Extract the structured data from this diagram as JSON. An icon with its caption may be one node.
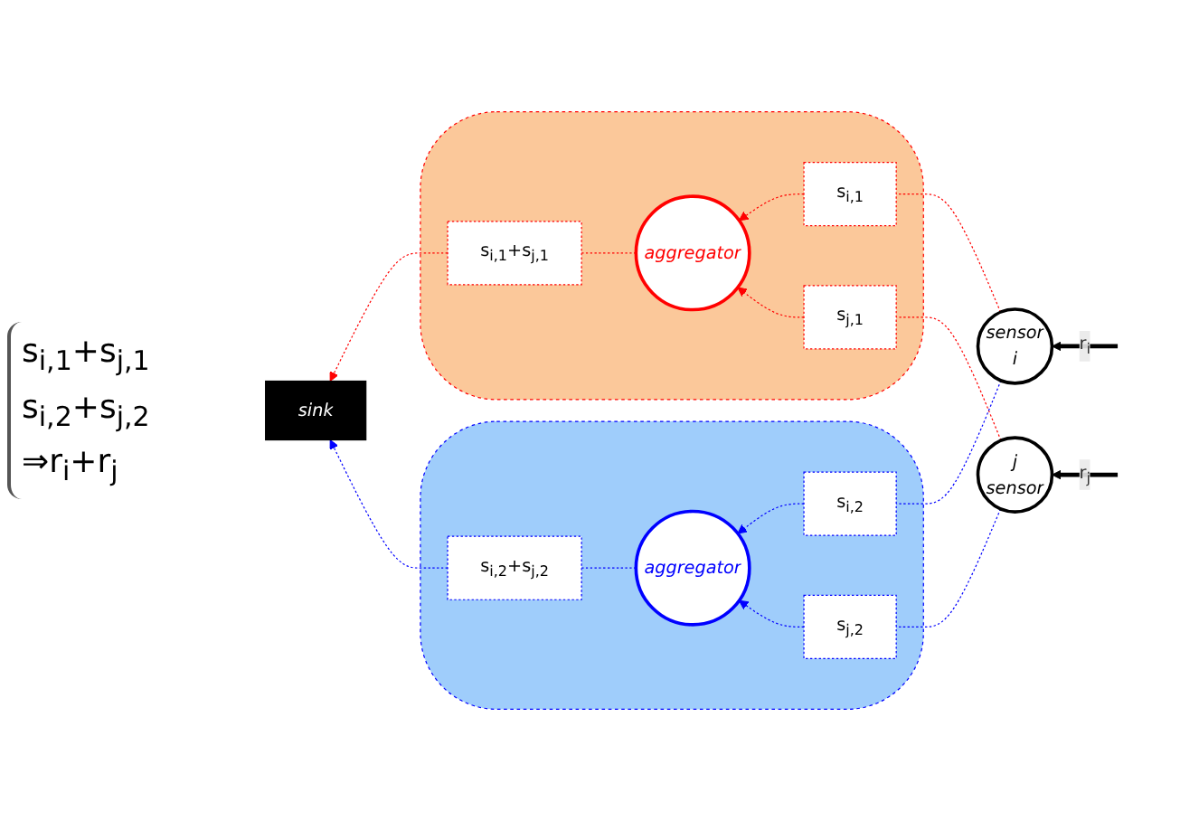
{
  "diagram": {
    "nodes": [
      {
        "text": [],
        "shape": "cloud"
      },
      {
        "text": [
          "aggregator"
        ],
        "in": 0
      },
      {
        "text": [
          "s$_{i,1}$+s$_{j,1}$"
        ],
        "in": 0
      },
      {
        "text": [
          "s$_{i,1}$"
        ],
        "in": 0
      },
      {
        "text": [
          "s$_{j,1}$"
        ],
        "in": 0
      },
      {
        "text": [
          "sensor",
          "i"
        ]
      },
      {
        "text": [
          "sink"
        ]
      },
      {
        "text": [],
        "shape": "cloud"
      },
      {
        "text": [
          "aggregator"
        ],
        "in": 7
      },
      {
        "text": [
          "s$_{i,2}$+s$_{j,2}$"
        ],
        "in": 7
      },
      {
        "text": [
          "s$_{i,2}$"
        ],
        "in": 7
      },
      {
        "text": [
          "s$_{j,2}$"
        ],
        "in": 7
      },
      {
        "text": [
          "j",
          "sensor"
        ]
      }
    ],
    "edges": [
      {
        "from": null,
        "to": 5,
        "arrow": "to",
        "label": "r$_{i}$",
        "style": "thick",
        "color": "#000000"
      },
      {
        "from": 5,
        "to": 3,
        "arrow": "none",
        "style": "dashed",
        "color": "#ff0000"
      },
      {
        "from": 3,
        "to": 1,
        "arrow": "to",
        "style": "dashed",
        "color": "#ff0000"
      },
      {
        "from": 12,
        "to": 4,
        "arrow": "none",
        "style": "dashed",
        "color": "#ff0000"
      },
      {
        "from": 4,
        "to": 1,
        "arrow": "to",
        "style": "dashed",
        "color": "#ff0000"
      },
      {
        "from": 1,
        "to": 2,
        "arrow": "none",
        "style": "dashed",
        "color": "#ff0000"
      },
      {
        "from": 2,
        "to": 6,
        "arrow": "to",
        "style": "dashed",
        "color": "#ff0000"
      },
      {
        "from": null,
        "to": 12,
        "arrow": "to",
        "label": "r$_{j}$",
        "style": "thick",
        "color": "#000000"
      },
      {
        "from": 5,
        "to": 10,
        "arrow": "none",
        "style": "dashed",
        "color": "#0000ff"
      },
      {
        "from": 10,
        "to": 8,
        "arrow": "to",
        "style": "dashed",
        "color": "#0000ff"
      },
      {
        "from": 12,
        "to": 11,
        "arrow": "none",
        "style": "dashed",
        "color": "#0000ff"
      },
      {
        "from": 11,
        "to": 8,
        "arrow": "to",
        "style": "dashed",
        "color": "#0000ff"
      },
      {
        "from": 8,
        "to": 9,
        "arrow": "none",
        "style": "dashed",
        "color": "#0000ff"
      },
      {
        "from": 9,
        "to": 6,
        "arrow": "to",
        "style": "dashed",
        "color": "#0000ff"
      }
    ],
    "labels": [
      "s$_{i,1}$+s$_{j,1}$",
      "s$_{i,2}$+s$_{j,2}$",
      "⇒r$_{i}$+r$_{j}$"
    ]
  }
}
